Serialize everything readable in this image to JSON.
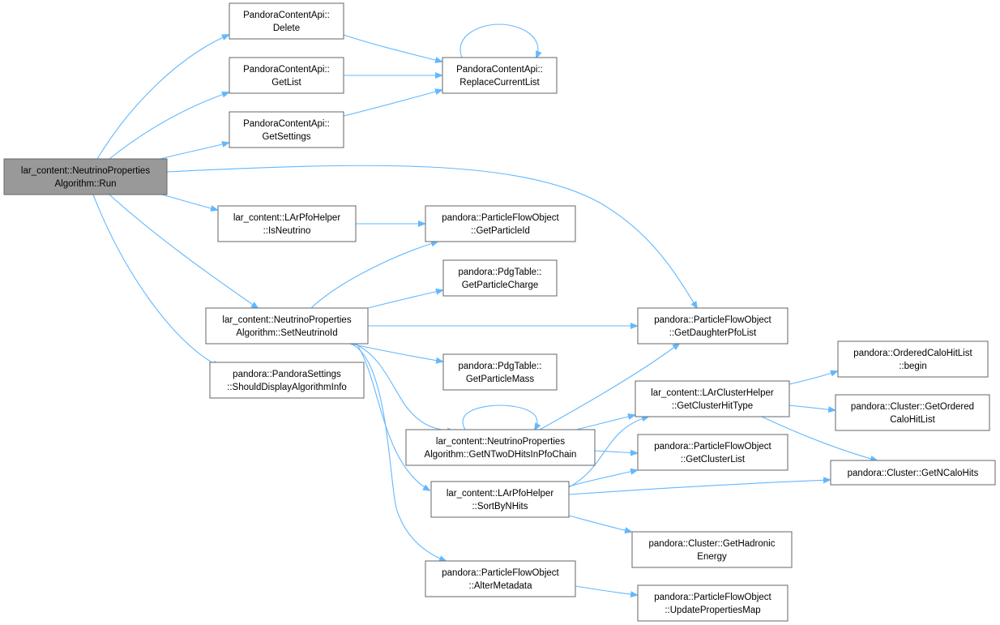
{
  "nodes": {
    "run": [
      "lar_content::NeutrinoProperties",
      "Algorithm::Run"
    ],
    "delete": [
      "PandoraContentApi::",
      "Delete"
    ],
    "getlist": [
      "PandoraContentApi::",
      "GetList"
    ],
    "getsettings": [
      "PandoraContentApi::",
      "GetSettings"
    ],
    "replace": [
      "PandoraContentApi::",
      "ReplaceCurrentList"
    ],
    "isneutrino": [
      "lar_content::LArPfoHelper",
      "::IsNeutrino"
    ],
    "getparticleid": [
      "pandora::ParticleFlowObject",
      "::GetParticleId"
    ],
    "charge": [
      "pandora::PdgTable::",
      "GetParticleCharge"
    ],
    "setneutrinoid": [
      "lar_content::NeutrinoProperties",
      "Algorithm::SetNeutrinoId"
    ],
    "daughter": [
      "pandora::ParticleFlowObject",
      "::GetDaughterPfoList"
    ],
    "display": [
      "pandora::PandoraSettings",
      "::ShouldDisplayAlgorithmInfo"
    ],
    "mass": [
      "pandora::PdgTable::",
      "GetParticleMass"
    ],
    "begin": [
      "pandora::OrderedCaloHitList",
      "::begin"
    ],
    "hittype": [
      "lar_content::LArClusterHelper",
      "::GetClusterHitType"
    ],
    "ordered": [
      "pandora::Cluster::GetOrdered",
      "CaloHitList"
    ],
    "ntwod": [
      "lar_content::NeutrinoProperties",
      "Algorithm::GetNTwoDHitsInPfoChain"
    ],
    "clusterlist": [
      "pandora::ParticleFlowObject",
      "::GetClusterList"
    ],
    "ncalohits": [
      "pandora::Cluster::GetNCaloHits"
    ],
    "sortbynhits": [
      "lar_content::LArPfoHelper",
      "::SortByNHits"
    ],
    "hadronic": [
      "pandora::Cluster::GetHadronic",
      "Energy"
    ],
    "alter": [
      "pandora::ParticleFlowObject",
      "::AlterMetadata"
    ],
    "update": [
      "pandora::ParticleFlowObject",
      "::UpdatePropertiesMap"
    ]
  },
  "edges": [
    [
      "run",
      "delete"
    ],
    [
      "run",
      "getlist"
    ],
    [
      "run",
      "getsettings"
    ],
    [
      "run",
      "daughter"
    ],
    [
      "run",
      "isneutrino"
    ],
    [
      "run",
      "setneutrinoid"
    ],
    [
      "run",
      "display"
    ],
    [
      "delete",
      "replace"
    ],
    [
      "getlist",
      "replace"
    ],
    [
      "getsettings",
      "replace"
    ],
    [
      "replace",
      "replace"
    ],
    [
      "isneutrino",
      "getparticleid"
    ],
    [
      "setneutrinoid",
      "getparticleid"
    ],
    [
      "setneutrinoid",
      "charge"
    ],
    [
      "setneutrinoid",
      "daughter"
    ],
    [
      "setneutrinoid",
      "mass"
    ],
    [
      "setneutrinoid",
      "ntwod"
    ],
    [
      "setneutrinoid",
      "sortbynhits"
    ],
    [
      "setneutrinoid",
      "alter"
    ],
    [
      "ntwod",
      "ntwod"
    ],
    [
      "ntwod",
      "daughter"
    ],
    [
      "ntwod",
      "hittype"
    ],
    [
      "ntwod",
      "clusterlist"
    ],
    [
      "hittype",
      "begin"
    ],
    [
      "hittype",
      "ordered"
    ],
    [
      "hittype",
      "ncalohits"
    ],
    [
      "sortbynhits",
      "hittype"
    ],
    [
      "sortbynhits",
      "clusterlist"
    ],
    [
      "sortbynhits",
      "ncalohits"
    ],
    [
      "sortbynhits",
      "hadronic"
    ],
    [
      "alter",
      "update"
    ]
  ],
  "colors": {
    "edge": "#63b8ff",
    "root_fill": "#999999",
    "border": "#666666"
  }
}
